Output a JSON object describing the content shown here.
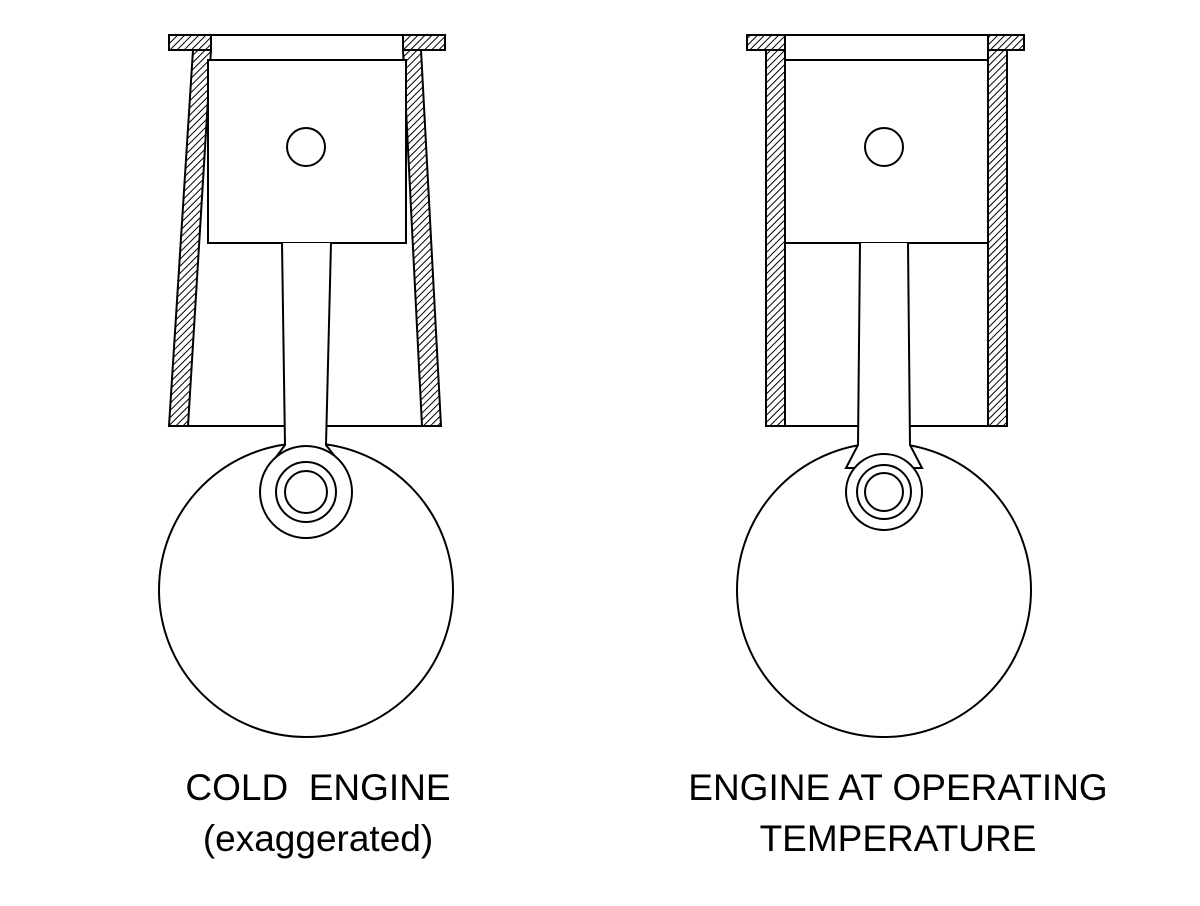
{
  "figure": {
    "stroke_color": "#000000",
    "background_color": "#ffffff"
  },
  "panels": [
    {
      "id": "cold",
      "caption_line1": "COLD  ENGINE",
      "caption_line2": "(exaggerated)"
    },
    {
      "id": "hot",
      "caption_line1": "ENGINE AT OPERATING",
      "caption_line2": "TEMPERATURE"
    }
  ]
}
